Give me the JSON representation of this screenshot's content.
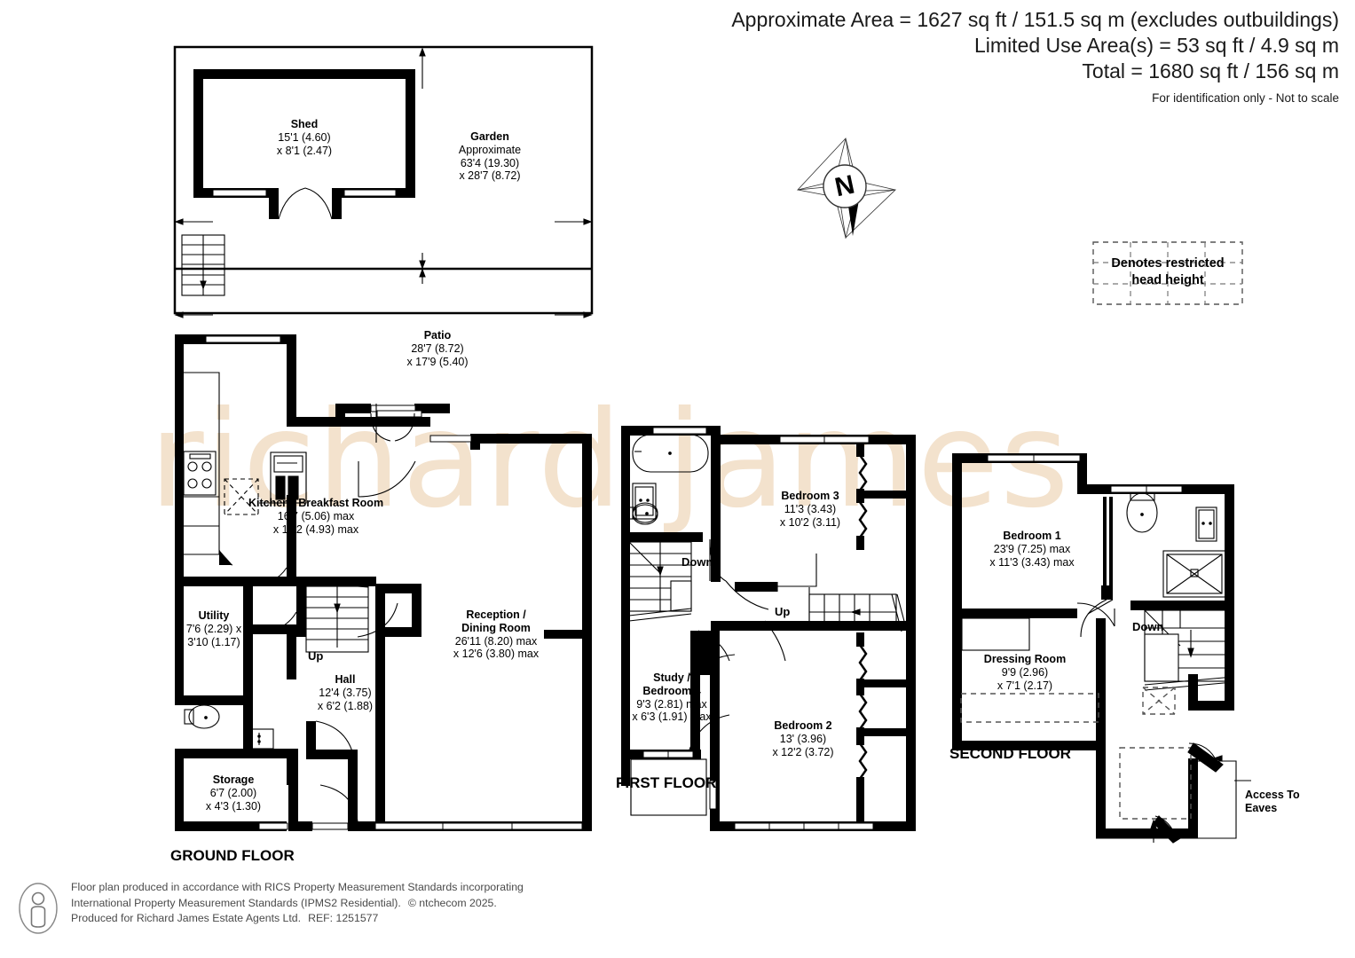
{
  "header": {
    "line1": "Approximate Area = 1627 sq ft / 151.5 sq m (excludes outbuildings)",
    "line2": "Limited Use Area(s) = 53 sq ft / 4.9 sq m",
    "line3": "Total = 1680 sq ft / 156 sq m",
    "line4": "For identification only - Not to scale"
  },
  "watermark": {
    "text": "richard james",
    "color": "#f3e2cd"
  },
  "compass": {
    "label": "N",
    "name": "north-arrow"
  },
  "legend": {
    "text_line1": "Denotes restricted",
    "text_line2": "head height"
  },
  "floors": [
    {
      "id": "ground",
      "name": "GROUND FLOOR"
    },
    {
      "id": "first",
      "name": "FIRST FLOOR"
    },
    {
      "id": "second",
      "name": "SECOND FLOOR"
    }
  ],
  "rooms": {
    "shed": {
      "title": "Shed",
      "dim1": "15'1 (4.60)",
      "dim2": "x 8'1 (2.47)"
    },
    "garden": {
      "title": "Garden",
      "sub": "Approximate",
      "dim1": "63'4 (19.30)",
      "dim2": "x 28'7 (8.72)"
    },
    "patio": {
      "title": "Patio",
      "dim1": "28'7 (8.72)",
      "dim2": "x 17'9 (5.40)"
    },
    "kitchen": {
      "title": "Kitchen / Breakfast Room",
      "dim1": "16'7 (5.06) max",
      "dim2": "x 16'2 (4.93) max"
    },
    "utility": {
      "title": "Utility",
      "dim1": "7'6 (2.29) x",
      "dim2": "3'10 (1.17)"
    },
    "hall": {
      "title": "Hall",
      "dim1": "12'4 (3.75)",
      "dim2": "x 6'2 (1.88)"
    },
    "storage": {
      "title": "Storage",
      "dim1": "6'7 (2.00)",
      "dim2": "x 4'3 (1.30)"
    },
    "reception": {
      "title_a": "Reception /",
      "title_b": "Dining Room",
      "dim1": "26'11 (8.20) max",
      "dim2": "x 12'6 (3.80) max"
    },
    "bedroom3": {
      "title": "Bedroom 3",
      "dim1": "11'3 (3.43)",
      "dim2": "x 10'2 (3.11)"
    },
    "bedroom2": {
      "title": "Bedroom 2",
      "dim1": "13' (3.96)",
      "dim2": "x 12'2 (3.72)"
    },
    "study": {
      "title_a": "Study /",
      "title_b": "Bedroom 4",
      "dim1": "9'3 (2.81) max",
      "dim2": "x 6'3 (1.91) max"
    },
    "bedroom1": {
      "title": "Bedroom 1",
      "dim1": "23'9 (7.25) max",
      "dim2": "x 11'3 (3.43) max"
    },
    "dressing": {
      "title": "Dressing Room",
      "dim1": "9'9 (2.96)",
      "dim2": "x 7'1 (2.17)"
    }
  },
  "stair_markers": {
    "ground_up": "Up",
    "first_down": "Down",
    "first_up": "Up",
    "second_down": "Down"
  },
  "annotations": {
    "access_to_eaves_line1": "Access To",
    "access_to_eaves_line2": "Eaves"
  },
  "footer": {
    "line1": "Floor plan produced in accordance with RICS Property Measurement Standards incorporating",
    "line2a": "International Property Measurement Standards (IPMS2 Residential).",
    "line2b": "© ntchecom 2025.",
    "line3a": "Produced for Richard James Estate Agents Ltd.",
    "line3b": "REF:  1251577"
  }
}
